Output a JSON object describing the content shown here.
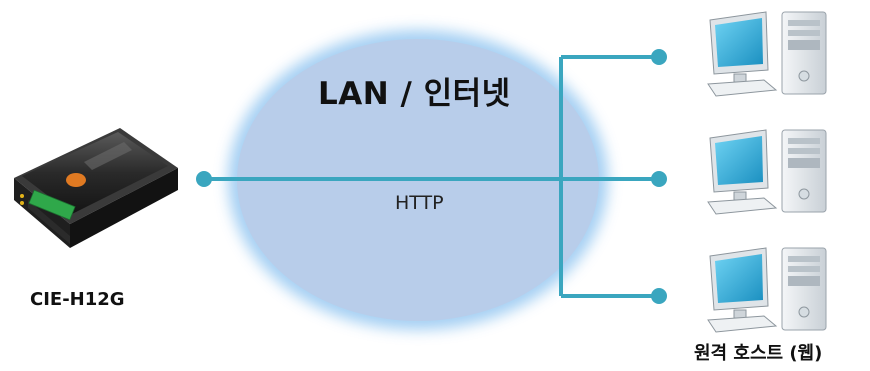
{
  "network": {
    "title": "LAN / 인터넷",
    "protocol": "HTTP"
  },
  "device": {
    "name": "CIE-H12G"
  },
  "hosts": {
    "label": "원격 호스트 (웹)",
    "count": 3
  },
  "colors": {
    "line": "#3aa6bf",
    "cloud": "#b8cdea",
    "cloud_glow": "#9ccbf2"
  }
}
